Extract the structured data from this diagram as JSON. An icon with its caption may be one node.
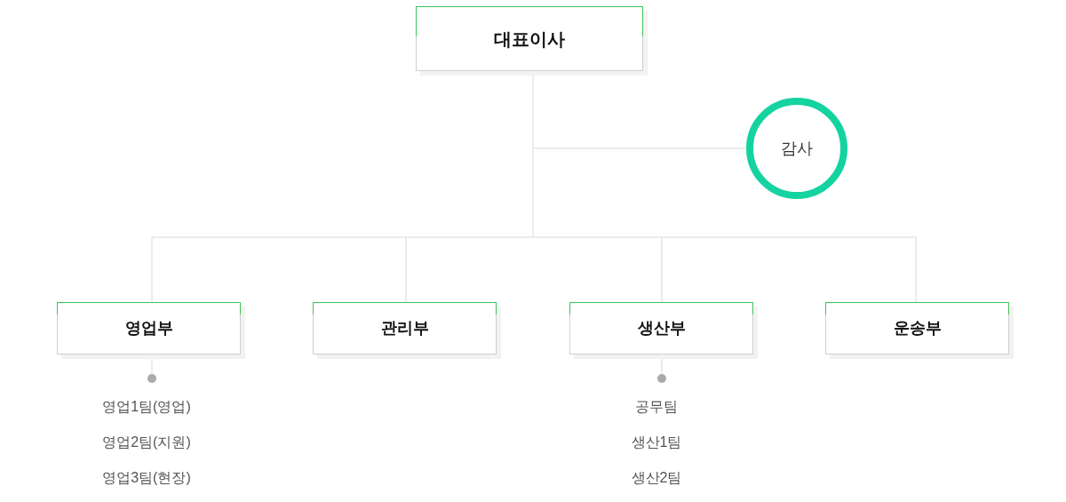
{
  "diagram": {
    "nodes": [
      {
        "text": [
          "대표이사"
        ]
      },
      {
        "text": [
          "감사"
        ]
      },
      {
        "text": [
          "영업부"
        ]
      },
      {
        "text": [
          "관리부"
        ]
      },
      {
        "text": [
          "생산부"
        ]
      },
      {
        "text": [
          "운송부"
        ]
      },
      {
        "text": [],
        "shape": "circle",
        "beside": [
          "영업1팀(영업)",
          "영업2팀(지원)",
          "영업3팀(현장)"
        ]
      },
      {
        "text": [],
        "shape": "circle",
        "beside": [
          "공무팀",
          "생산1팀",
          "생산2팀"
        ]
      }
    ],
    "edges": [
      {
        "from": 0,
        "to": 1,
        "arrow": "none"
      },
      {
        "from": 0,
        "to": 2,
        "arrow": "none"
      },
      {
        "from": 0,
        "to": 3,
        "arrow": "none"
      },
      {
        "from": 0,
        "to": 4,
        "arrow": "none"
      },
      {
        "from": 0,
        "to": 5,
        "arrow": "none"
      },
      {
        "from": 2,
        "to": 6,
        "arrow": "none"
      },
      {
        "from": 4,
        "to": 7,
        "arrow": "none"
      }
    ]
  }
}
